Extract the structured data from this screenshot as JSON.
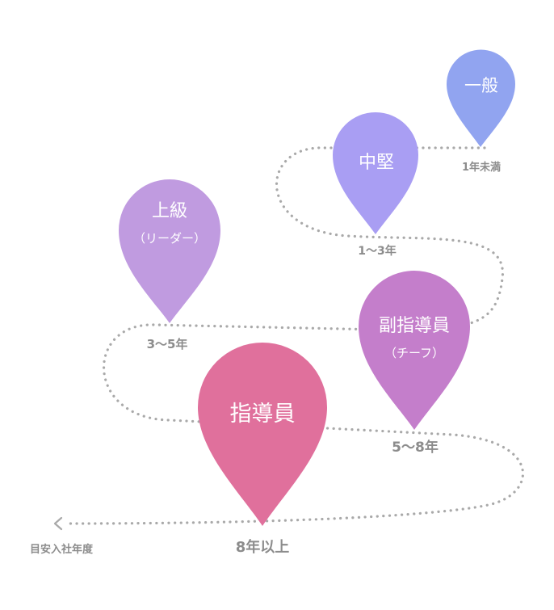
{
  "colors": {
    "path": "#a9a9a9",
    "text_gray": "#8c8c8c",
    "pin_ippan": "#91a4f0",
    "pin_chuken": "#a99ef3",
    "pin_joukyu": "#c09be0",
    "pin_fukushidouin": "#c47ecb",
    "pin_shidouin": "#e0709c"
  },
  "pins": {
    "ippan": {
      "title": "一般"
    },
    "chuken": {
      "title": "中堅"
    },
    "joukyu": {
      "title": "上級",
      "sub": "（リーダー）"
    },
    "fukushidouin": {
      "title": "副指導員",
      "sub": "（チーフ）"
    },
    "shidouin": {
      "title": "指導員"
    }
  },
  "years": {
    "ippan": "1年未満",
    "chuken": "1～3年",
    "joukyu": "3～5年",
    "fukushidouin": "5～8年",
    "shidouin": "8年以上"
  },
  "footer": {
    "label": "目安入社年度"
  }
}
